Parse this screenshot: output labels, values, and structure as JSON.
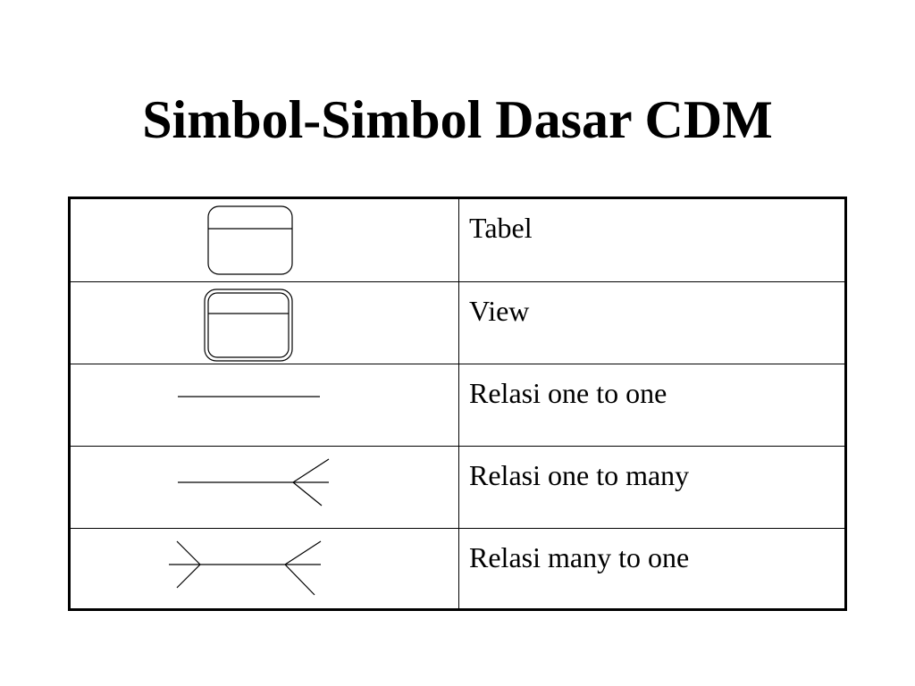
{
  "slide": {
    "title": "Simbol-Simbol Dasar CDM"
  },
  "symbols": [
    {
      "icon": "table-entity-icon",
      "label": "Tabel"
    },
    {
      "icon": "view-entity-icon",
      "label": "View"
    },
    {
      "icon": "one-to-one-relation-icon",
      "label": "Relasi one to one"
    },
    {
      "icon": "one-to-many-relation-icon",
      "label": "Relasi one to many"
    },
    {
      "icon": "many-to-one-relation-icon",
      "label": "Relasi many to one"
    }
  ]
}
